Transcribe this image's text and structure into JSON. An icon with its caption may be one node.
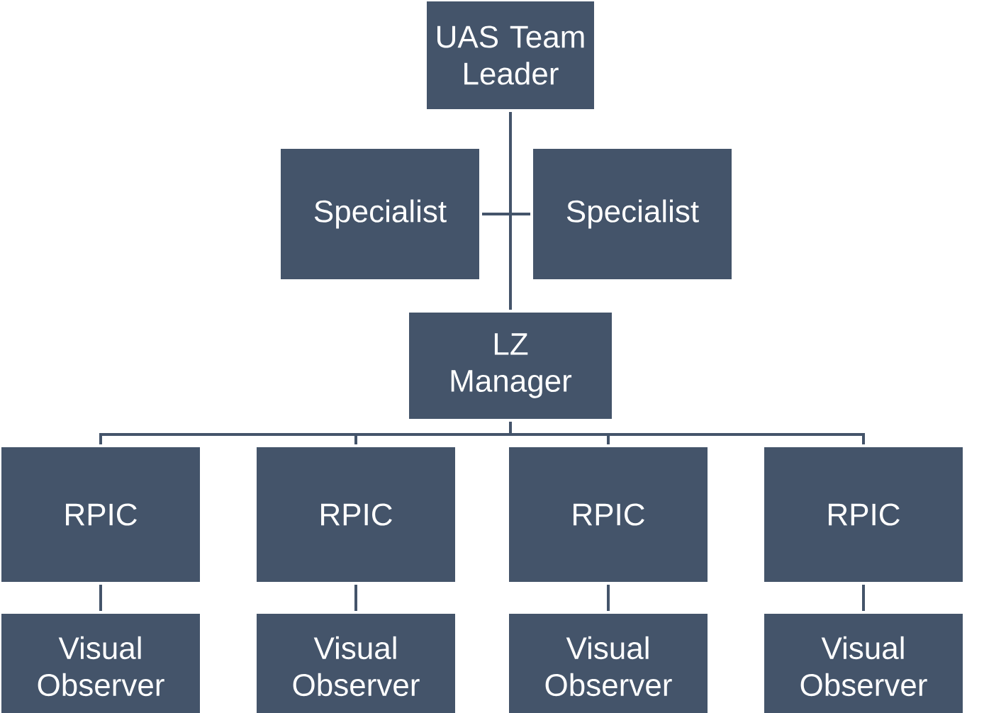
{
  "diagram": {
    "nodes": [
      {
        "text": [
          "UAS Team Leader"
        ]
      },
      {
        "text": [
          "Specialist"
        ]
      },
      {
        "text": [
          "Specialist"
        ]
      },
      {
        "text": [
          "LZ Manager"
        ]
      },
      {
        "text": [
          "RPIC"
        ]
      },
      {
        "text": [
          "RPIC"
        ]
      },
      {
        "text": [
          "RPIC"
        ]
      },
      {
        "text": [
          "RPIC"
        ]
      },
      {
        "text": [
          "Visual Observer"
        ]
      },
      {
        "text": [
          "Visual Observer"
        ]
      },
      {
        "text": [
          "Visual Observer"
        ]
      },
      {
        "text": [
          "Visual Observer"
        ]
      }
    ],
    "edges": [
      {
        "from": 0,
        "to": 1,
        "arrow": "none"
      },
      {
        "from": 0,
        "to": 2,
        "arrow": "none"
      },
      {
        "from": 0,
        "to": 3,
        "arrow": "none"
      },
      {
        "from": 3,
        "to": 4,
        "arrow": "none"
      },
      {
        "from": 3,
        "to": 5,
        "arrow": "none"
      },
      {
        "from": 3,
        "to": 6,
        "arrow": "none"
      },
      {
        "from": 3,
        "to": 7,
        "arrow": "none"
      },
      {
        "from": 4,
        "to": 8,
        "arrow": "none"
      },
      {
        "from": 5,
        "to": 9,
        "arrow": "none"
      },
      {
        "from": 6,
        "to": 10,
        "arrow": "none"
      },
      {
        "from": 7,
        "to": 11,
        "arrow": "none"
      }
    ]
  }
}
